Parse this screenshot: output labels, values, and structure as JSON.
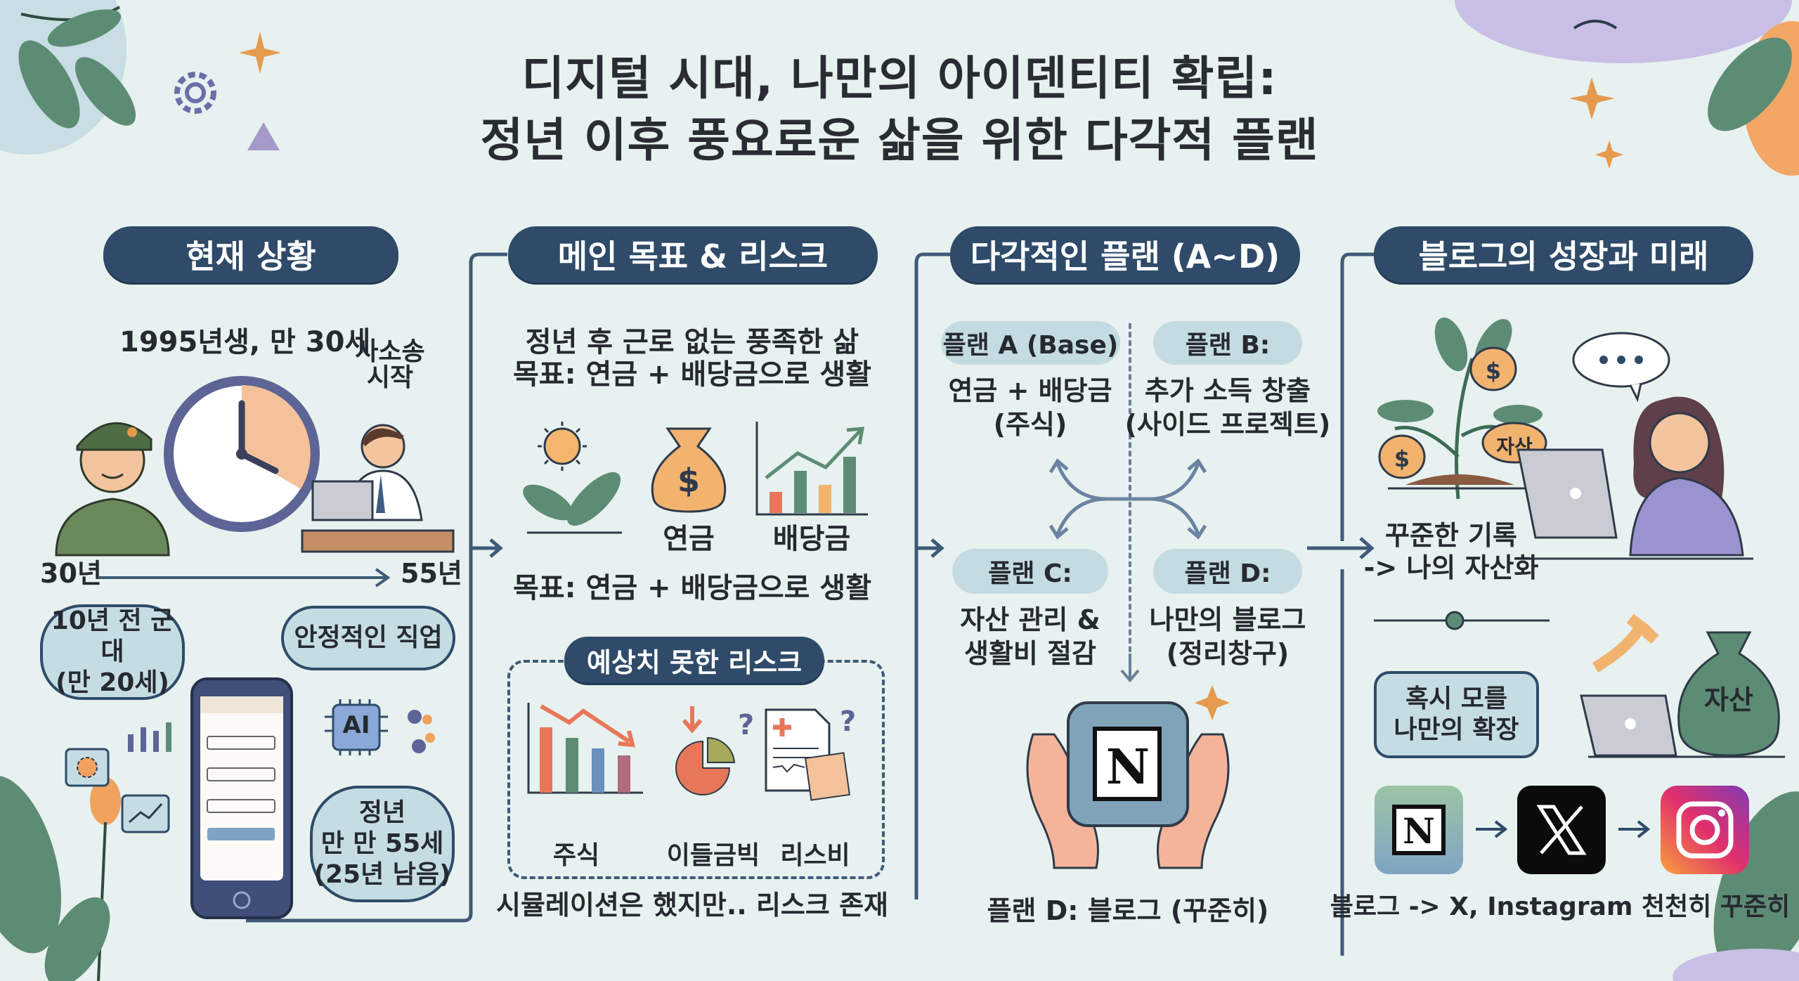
{
  "title": {
    "line1": "디지털 시대, 나만의 아이덴티티 확립:",
    "line2": "정년 이후 풍요로운 삶을 위한 다각적 플랜"
  },
  "colors": {
    "background": "#e7f1ef",
    "pill": "#2f4b69",
    "light_pill": "#c4dbe2",
    "accent_orange": "#f2b36f",
    "accent_green": "#5d8c74"
  },
  "current": {
    "header": "현재 상황",
    "birth": "1995년생, 만 30세",
    "start_line1": "사소송",
    "start_line2": "시작",
    "timeline_start": "30년",
    "timeline_end": "55년",
    "bubble_army_line1": "10년 전 군대",
    "bubble_army_line2": "(만 20세)",
    "bubble_job": "안정적인 직업",
    "bubble_retire_line1": "정년",
    "bubble_retire_line2": "만 만 55세",
    "bubble_retire_line3": "(25년 남음)",
    "ai_label": "AI",
    "icons": [
      "soldier",
      "clock",
      "office-worker",
      "smartphone-form",
      "ai-chip",
      "bar-chart",
      "trend-chart",
      "gear",
      "tulip"
    ]
  },
  "goal": {
    "header": "메인 목표 & 리스크",
    "line1": "정년 후 근로 없는 풍족한 삶",
    "line2": "목표: 연금 + 배당금으로 생활",
    "pension_label": "연금",
    "dividend_label": "배당금",
    "summary": "목표: 연금 + 배당금으로 생활",
    "risk_header": "예상치 못한 리스크",
    "risk_labels": [
      "주식",
      "이들금빅",
      "리스비"
    ],
    "footer": "시뮬레이션은 했지만.. 리스크 존재"
  },
  "plans": {
    "header": "다각적인 플랜 (A~D)",
    "items": [
      {
        "label": "플랜 A (Base)",
        "line1": "연금 + 배당금",
        "line2": "(주식)"
      },
      {
        "label": "플랜 B:",
        "line1": "추가 소득 창출",
        "line2": "(사이드 프로젝트)"
      },
      {
        "label": "플랜 C:",
        "line1": "자산 관리 &",
        "line2": "생활비 절감"
      },
      {
        "label": "플랜 D:",
        "line1": "나만의 블로그",
        "line2": "(정리창구)"
      }
    ],
    "footer": "플랜 D: 블로그 (꾸준히)"
  },
  "blog": {
    "header": "블로그의 성장과 미래",
    "asset_tag": "자산",
    "record_line1": "꾸준한 기록",
    "record_line2": "-> 나의 자산화",
    "bubble_line1": "혹시 모를",
    "bubble_line2": "나만의 확장",
    "bag_label": "자산",
    "apps": [
      "notion",
      "x",
      "instagram"
    ],
    "footer": "블로그 -> X, Instagram 천천히 꾸준히"
  }
}
